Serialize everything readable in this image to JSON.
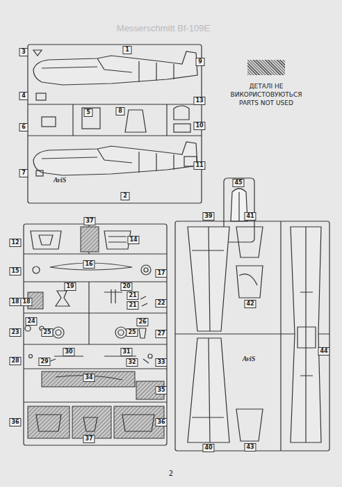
{
  "diagram": {
    "labels": [
      "Messerschmitt Bf-109E",
      "1",
      "2",
      "3",
      "4",
      "5",
      "6",
      "7",
      "8",
      "9",
      "10",
      "11",
      "13",
      "45",
      "12",
      "37",
      "14",
      "15",
      "16",
      "17",
      "18",
      "18",
      "19",
      "20",
      "21",
      "21",
      "22",
      "23",
      "24",
      "25",
      "25",
      "26",
      "27",
      "28",
      "29",
      "30",
      "31",
      "32",
      "33",
      "34",
      "35",
      "36",
      "36",
      "37",
      "39",
      "41",
      "42",
      "44",
      "40",
      "43",
      "AviS",
      "AviS",
      "2"
    ],
    "legend": [
      {
        "text": "ДЕТАЛІ НЕ ВИКОРИСТОВУЮТЬСЯ PARTS NOT USED"
      }
    ]
  }
}
